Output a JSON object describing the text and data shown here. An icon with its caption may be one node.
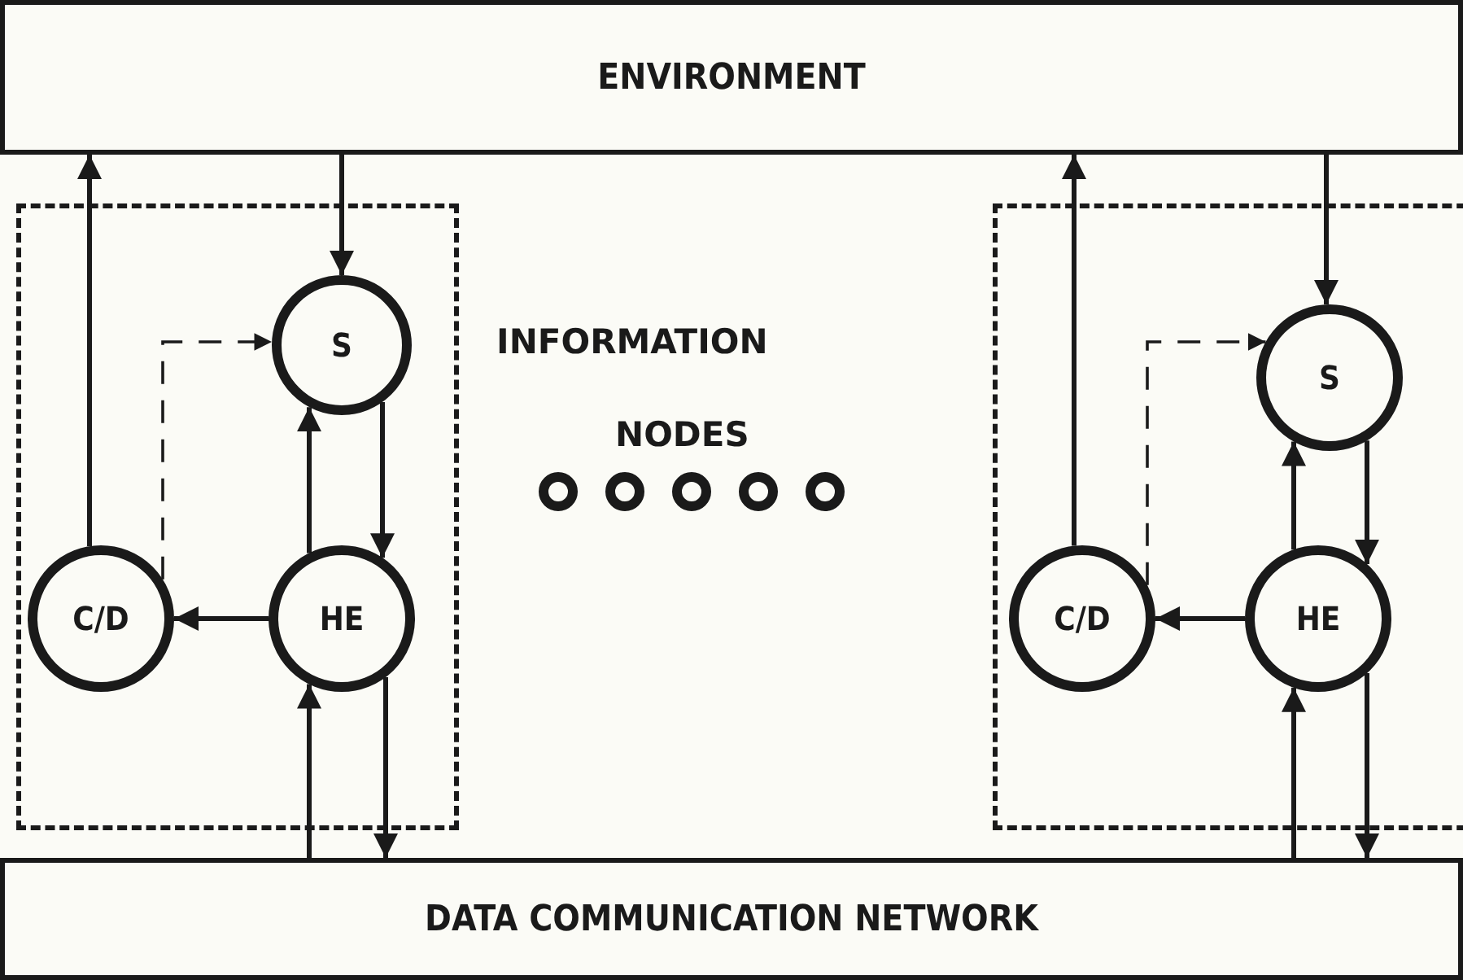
{
  "diagram": {
    "nodes": [
      {
        "text": [
          "ENVIRONMENT"
        ]
      },
      {
        "text": [
          "DATA COMMUNICATION NETWORK"
        ]
      },
      {
        "text": [],
        "shape": "box"
      },
      {
        "text": [
          "S"
        ],
        "in": 2
      },
      {
        "text": [
          "HE"
        ],
        "in": 2
      },
      {
        "text": [
          "C/D"
        ],
        "in": 2
      },
      {
        "text": [],
        "shape": "box"
      },
      {
        "text": [
          "S"
        ],
        "in": 6
      },
      {
        "text": [
          "HE"
        ],
        "in": 6
      },
      {
        "text": [
          "C/D"
        ],
        "in": 6
      }
    ],
    "edges": [
      {
        "from": 5,
        "to": 0,
        "arrow": "to"
      },
      {
        "from": 0,
        "to": 3,
        "arrow": "to"
      },
      {
        "from": 5,
        "to": 3,
        "arrow": "to",
        "style": "dashed"
      },
      {
        "from": 3,
        "to": 4,
        "arrow": "to"
      },
      {
        "from": 4,
        "to": 3,
        "arrow": "to"
      },
      {
        "from": 4,
        "to": 5,
        "arrow": "to"
      },
      {
        "from": 1,
        "to": 4,
        "arrow": "to"
      },
      {
        "from": 4,
        "to": 1,
        "arrow": "to"
      },
      {
        "from": 9,
        "to": 0,
        "arrow": "to"
      },
      {
        "from": 0,
        "to": 7,
        "arrow": "to"
      },
      {
        "from": 9,
        "to": 7,
        "arrow": "to",
        "style": "dashed"
      },
      {
        "from": 7,
        "to": 8,
        "arrow": "to"
      },
      {
        "from": 8,
        "to": 7,
        "arrow": "to"
      },
      {
        "from": 8,
        "to": 9,
        "arrow": "to"
      },
      {
        "from": 1,
        "to": 8,
        "arrow": "to"
      },
      {
        "from": 8,
        "to": 1,
        "arrow": "to"
      }
    ],
    "labels": [
      "INFORMATION",
      "NODES"
    ]
  }
}
